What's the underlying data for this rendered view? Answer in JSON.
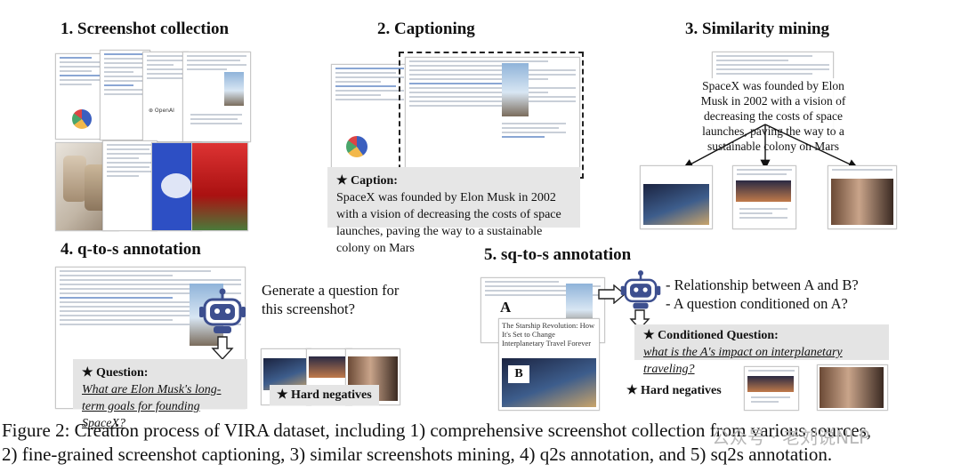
{
  "sections": {
    "s1": {
      "title": "1. Screenshot collection"
    },
    "s2": {
      "title": "2. Captioning",
      "caption_label": "★ Caption:",
      "caption_text": "SpaceX was founded by Elon Musk in 2002 with a vision of decreasing the costs of space launches, paving the way to a sustainable colony on Mars"
    },
    "s3": {
      "title": "3. Similarity mining",
      "caption_text": "SpaceX was founded by Elon Musk in 2002 with a vision of decreasing the costs of space launches, paving the way to a sustainable colony on Mars"
    },
    "s4": {
      "title": "4. q-to-s annotation",
      "prompt": "Generate a question for this screenshot?",
      "question_label": "★ Question:",
      "question_text": "What are Elon Musk's long-term goals for founding SpaceX?",
      "hard_negatives": "★ Hard negatives"
    },
    "s5": {
      "title": "5. sq-to-s annotation",
      "bullet1": "- Relationship between A and B?",
      "bullet2": "- A question conditioned on A?",
      "label_a": "A",
      "label_b": "B",
      "news_headline": "The Starship Revolution: How It's Set to Change Interplanetary Travel Forever",
      "cond_label": "★ Conditioned Question:",
      "cond_text": "what is the A's impact on interplanetary traveling?",
      "hard_negatives": "★ Hard negatives"
    }
  },
  "figure_caption": {
    "line1": "Figure 2: Creation process of VIRA dataset, including 1) comprehensive screenshot collection from various sources,",
    "line2": "2) fine-grained screenshot captioning, 3) similar screenshots mining, 4) q2s annotation, and 5) sq2s annotation."
  },
  "watermark": "公众号 · 老刘说NLP",
  "colors": {
    "robot_blue": "#3d4f8f",
    "box_grey": "#e5e5e5",
    "link_blue": "#2a4fa8"
  }
}
